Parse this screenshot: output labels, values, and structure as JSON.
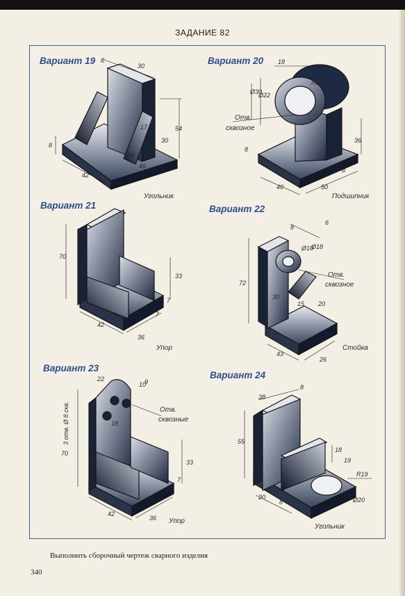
{
  "header": {
    "title": "ЗАДАНИЕ 82"
  },
  "variants": {
    "v19": {
      "title": "Вариант 19",
      "part": "Угольник",
      "dims": [
        "8",
        "30",
        "54",
        "30",
        "17",
        "34",
        "8",
        "42",
        "46",
        "8"
      ]
    },
    "v20": {
      "title": "Вариант 20",
      "part": "Подшипник",
      "hole": "Отв. сквозное",
      "hole1": "Отв.",
      "hole2": "сквозное",
      "dims": [
        "18",
        "Ø30",
        "Ø22",
        "R22",
        "36",
        "8",
        "40",
        "50",
        "8"
      ]
    },
    "v21": {
      "title": "Вариант 21",
      "part": "Упор",
      "dims": [
        "70",
        "7",
        "33",
        "7",
        "42",
        "36",
        "7"
      ]
    },
    "v22": {
      "title": "Вариант 22",
      "part": "Стойка",
      "hole1": "Отв.",
      "hole2": "сквозное",
      "dims": [
        "8",
        "6",
        "Ø10",
        "Ø18",
        "72",
        "30",
        "20",
        "15",
        "8",
        "43",
        "26"
      ]
    },
    "v23": {
      "title": "Вариант 23",
      "part": "Упор",
      "hole1": "Отв.",
      "hole2": "сквозные",
      "holes_note": "3 отв. Ø 8 скв.",
      "dims": [
        "22",
        "10",
        "9",
        "18",
        "70",
        "7",
        "33",
        "7",
        "42",
        "36"
      ]
    },
    "v24": {
      "title": "Вариант 24",
      "part": "Угольник",
      "dims": [
        "38",
        "8",
        "55",
        "18",
        "19",
        "R19",
        "20",
        "8",
        "Ø20"
      ]
    }
  },
  "footer": {
    "caption": "Выполнить сборочный чертеж сварного изделия",
    "page": "340"
  }
}
